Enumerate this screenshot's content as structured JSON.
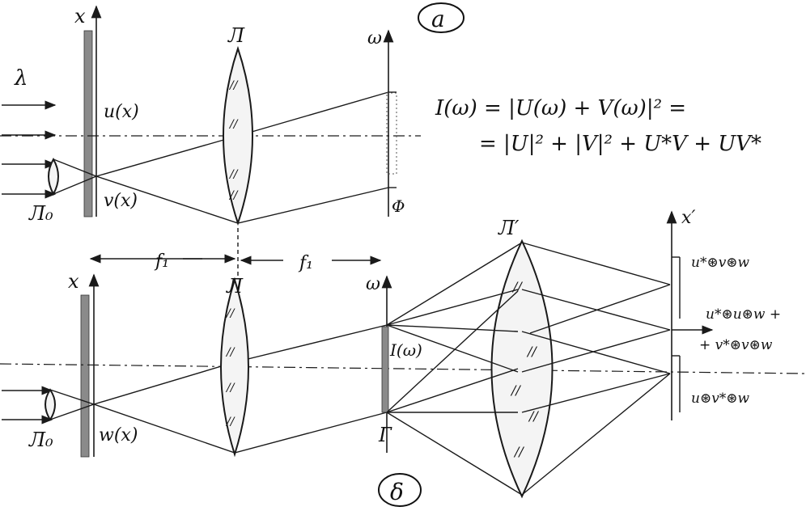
{
  "panel_a": {
    "label": "а",
    "axis_x": "x",
    "axis_omega": "ω",
    "wavelength": "λ",
    "lens": "Л",
    "lens0": "Л₀",
    "u_label": "u(x)",
    "v_label": "v(x)",
    "filter": "Φ",
    "focal_left": "f₁",
    "focal_right": "f₁",
    "eq_line1": "I(ω) = |U(ω) + V(ω)|² =",
    "eq_line2": "= |U|² + |V|² + U*V + UV*"
  },
  "panel_b": {
    "label": "δ",
    "axis_x": "x",
    "axis_omega": "ω",
    "axis_xprime": "x′",
    "lens": "Л",
    "lens0": "Л₀",
    "lens_prime": "Л′",
    "w_label": "w(x)",
    "intensity": "I(ω)",
    "gamma": "Г",
    "out1": "u*⊛v⊛w",
    "out2a": "u*⊛u⊛w +",
    "out2b": "+ v*⊛v⊛w",
    "out3": "u⊛v*⊛w"
  }
}
